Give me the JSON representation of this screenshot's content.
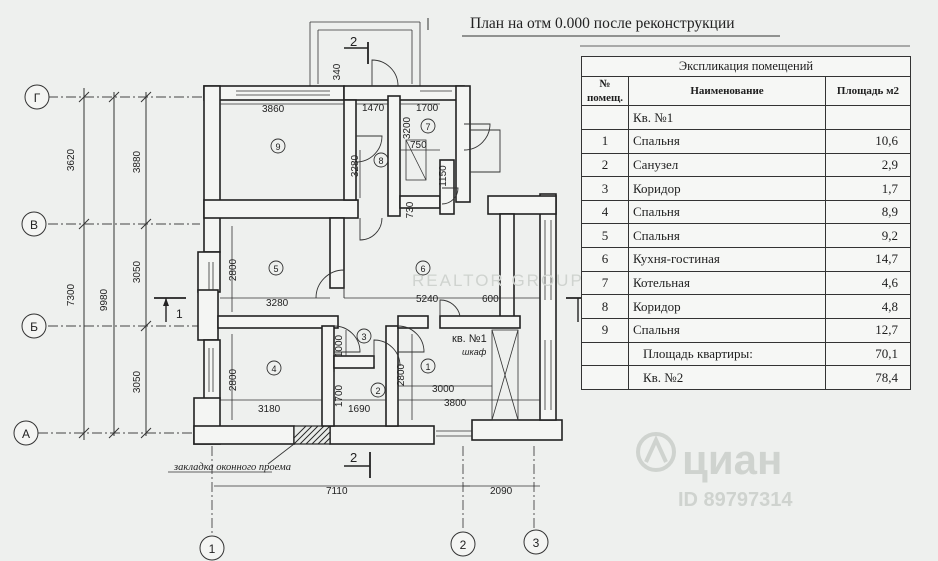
{
  "title": "План на отм 0.000 после реконструкции",
  "table": {
    "caption": "Экспликация помещений",
    "headers": {
      "num": "№ помещ.",
      "name": "Наименование",
      "area": "Площадь м2"
    },
    "apartment_label": "Кв. №1",
    "rows": [
      {
        "num": "1",
        "name": "Спальня",
        "area": "10,6"
      },
      {
        "num": "2",
        "name": "Санузел",
        "area": "2,9"
      },
      {
        "num": "3",
        "name": "Коридор",
        "area": "1,7"
      },
      {
        "num": "4",
        "name": "Спальня",
        "area": "8,9"
      },
      {
        "num": "5",
        "name": "Спальня",
        "area": "9,2"
      },
      {
        "num": "6",
        "name": "Кухня-гостиная",
        "area": "14,7"
      },
      {
        "num": "7",
        "name": "Котельная",
        "area": "4,6"
      },
      {
        "num": "8",
        "name": "Коридор",
        "area": "4,8"
      },
      {
        "num": "9",
        "name": "Спальня",
        "area": "12,7"
      }
    ],
    "total_label": "Площадь квартиры:",
    "total_value": "70,1",
    "apt2_label": "Кв. №2",
    "apt2_value": "78,4"
  },
  "plan": {
    "axes": {
      "g": "Г",
      "v": "В",
      "b": "Б",
      "a": "А",
      "n1": "1",
      "n2": "2",
      "n3": "3"
    },
    "dims": {
      "d3620": "3620",
      "d3880": "3880",
      "d7300": "7300",
      "d9980": "9980",
      "d3050a": "3050",
      "d3050b": "3050",
      "d3860": "3860",
      "d1470": "1470",
      "d1700a": "1700",
      "d340": "340",
      "d3200": "3200",
      "d750": "750",
      "d3280v": "3280",
      "d1150": "1150",
      "d730": "730",
      "d2800a": "2800",
      "d3280": "3280",
      "d5240": "5240",
      "d600": "600",
      "d2800b": "2800",
      "d1000": "1000",
      "d2800c": "2800",
      "d1700b": "1700",
      "d3180": "3180",
      "d1690": "1690",
      "d3000": "3000",
      "d3800": "3800",
      "d7110": "7110",
      "d2090": "2090"
    },
    "rooms": {
      "r1": "1",
      "r2": "2",
      "r3": "3",
      "r4": "4",
      "r5": "5",
      "r6": "6",
      "r7": "7",
      "r8": "8",
      "r9": "9"
    },
    "section_mark": "2",
    "side_mark": "1",
    "apartment_mark": "кв. №1",
    "wardrobe": "шкаф",
    "note": "закладка оконного проема"
  },
  "watermarks": {
    "realtor": "REALTOR GROUP",
    "cian": "циан",
    "cian_id": "ID 89797314"
  }
}
